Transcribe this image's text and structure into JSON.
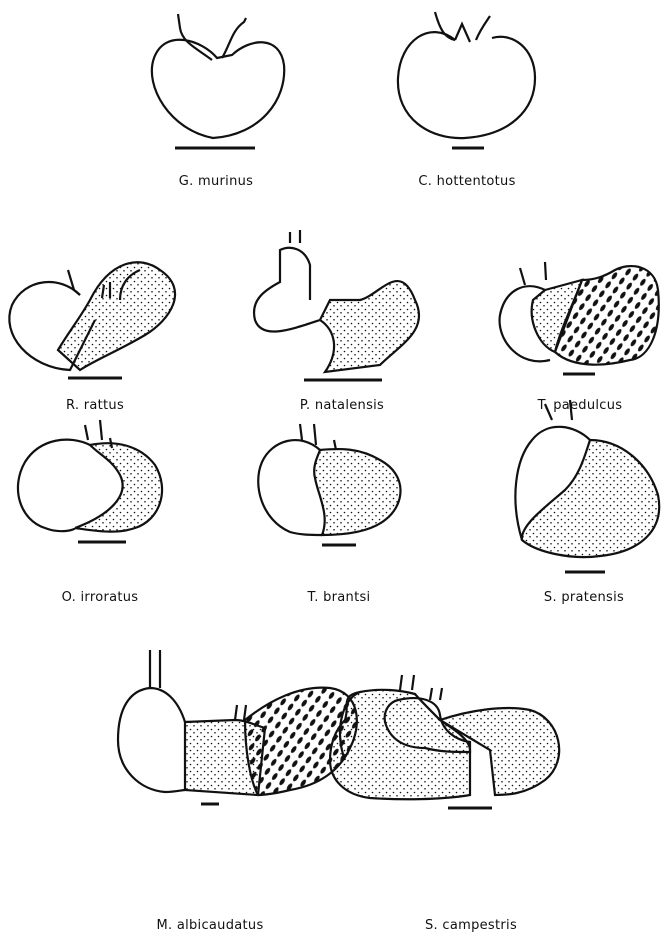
{
  "specimens": [
    {
      "id": "g-murinus",
      "label": "G. murinus"
    },
    {
      "id": "c-hottentotus",
      "label": "C. hottentotus"
    },
    {
      "id": "r-rattus",
      "label": "R. rattus"
    },
    {
      "id": "p-natalensis",
      "label": "P. natalensis"
    },
    {
      "id": "t-paedulcus",
      "label": "T. paedulcus"
    },
    {
      "id": "o-irroratus",
      "label": "O. irroratus"
    },
    {
      "id": "t-brantsi",
      "label": "T. brantsi"
    },
    {
      "id": "s-pratensis",
      "label": "S. pratensis"
    },
    {
      "id": "m-albicaudatus",
      "label": "M. albicaudatus"
    },
    {
      "id": "s-campestris",
      "label": "S. campestris"
    }
  ]
}
